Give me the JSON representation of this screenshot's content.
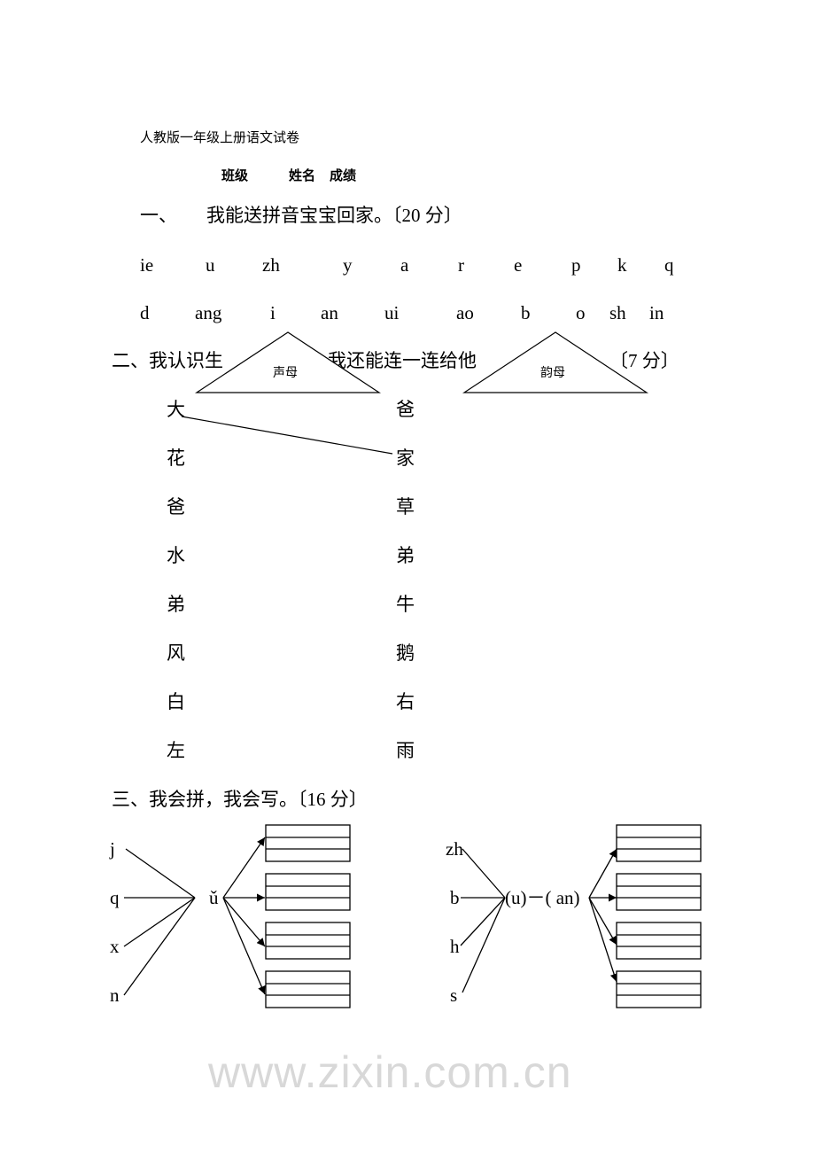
{
  "title": "人教版一年级上册语文试卷",
  "info": {
    "class_label": "班级",
    "name_label": "姓名",
    "score_label": "成绩"
  },
  "section1": {
    "heading_num": "一、",
    "heading": "我能送拼音宝宝回家。〔20 分〕",
    "row1": [
      "ie",
      "u",
      "zh",
      "y",
      "a",
      "r",
      "e",
      "p",
      "k",
      "q"
    ],
    "row2": [
      "d",
      "ang",
      "i",
      "an",
      "ui",
      "ao",
      "b",
      "o",
      "sh",
      "in"
    ],
    "triangles": [
      "声母",
      "韵母"
    ]
  },
  "section2": {
    "heading_a": "二、我认识生",
    "heading_b": "我还能连一连给他",
    "heading_c": "〔7 分〕",
    "left": [
      "大",
      "花",
      "爸",
      "水",
      "弟",
      "风",
      "白",
      "左"
    ],
    "right": [
      "爸",
      "家",
      "草",
      "弟",
      "牛",
      "鹅",
      "右",
      "雨"
    ]
  },
  "section3": {
    "heading": "三、我会拼，我会写。〔16 分〕",
    "left_initials": [
      "j",
      "q",
      "x",
      "n"
    ],
    "left_final": "ǔ",
    "right_initials": [
      "zh",
      "b",
      "h",
      "s"
    ],
    "right_final": "(u)－( an)"
  },
  "watermark": "www.zixin.com.cn"
}
